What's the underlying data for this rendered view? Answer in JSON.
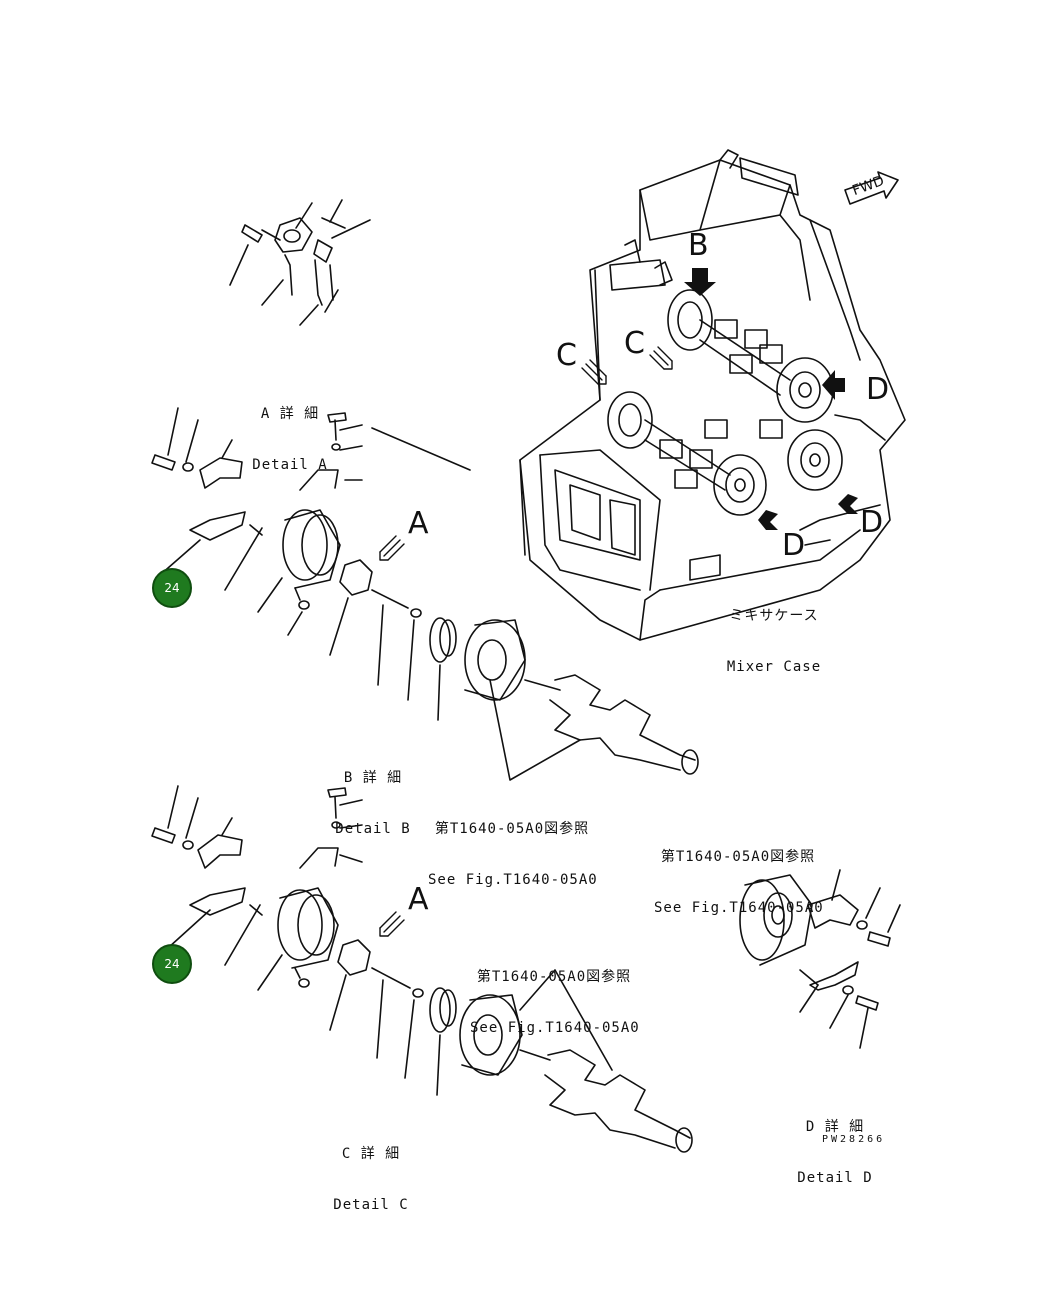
{
  "detail_labels": {
    "a": {
      "jp": "A 詳 細",
      "en": "Detail A"
    },
    "b": {
      "jp": "B 詳 細",
      "en": "Detail B"
    },
    "c": {
      "jp": "C 詳 細",
      "en": "Detail C"
    },
    "d": {
      "jp": "D 詳 細",
      "en": "Detail D"
    }
  },
  "mixer_case": {
    "jp": "ミキサケース",
    "en": "Mixer Case"
  },
  "see_fig": {
    "jp": "第T1640-05A0図参照",
    "en": "See Fig.T1640-05A0"
  },
  "view_letters": {
    "a": "A",
    "b": "B",
    "c": "C",
    "d": "D"
  },
  "fwd_label": "FWD",
  "callouts": [
    "24",
    "24"
  ],
  "drawing_code": "PW28266",
  "colors": {
    "callout_fill": "#1f7a1f",
    "line": "#111111"
  }
}
